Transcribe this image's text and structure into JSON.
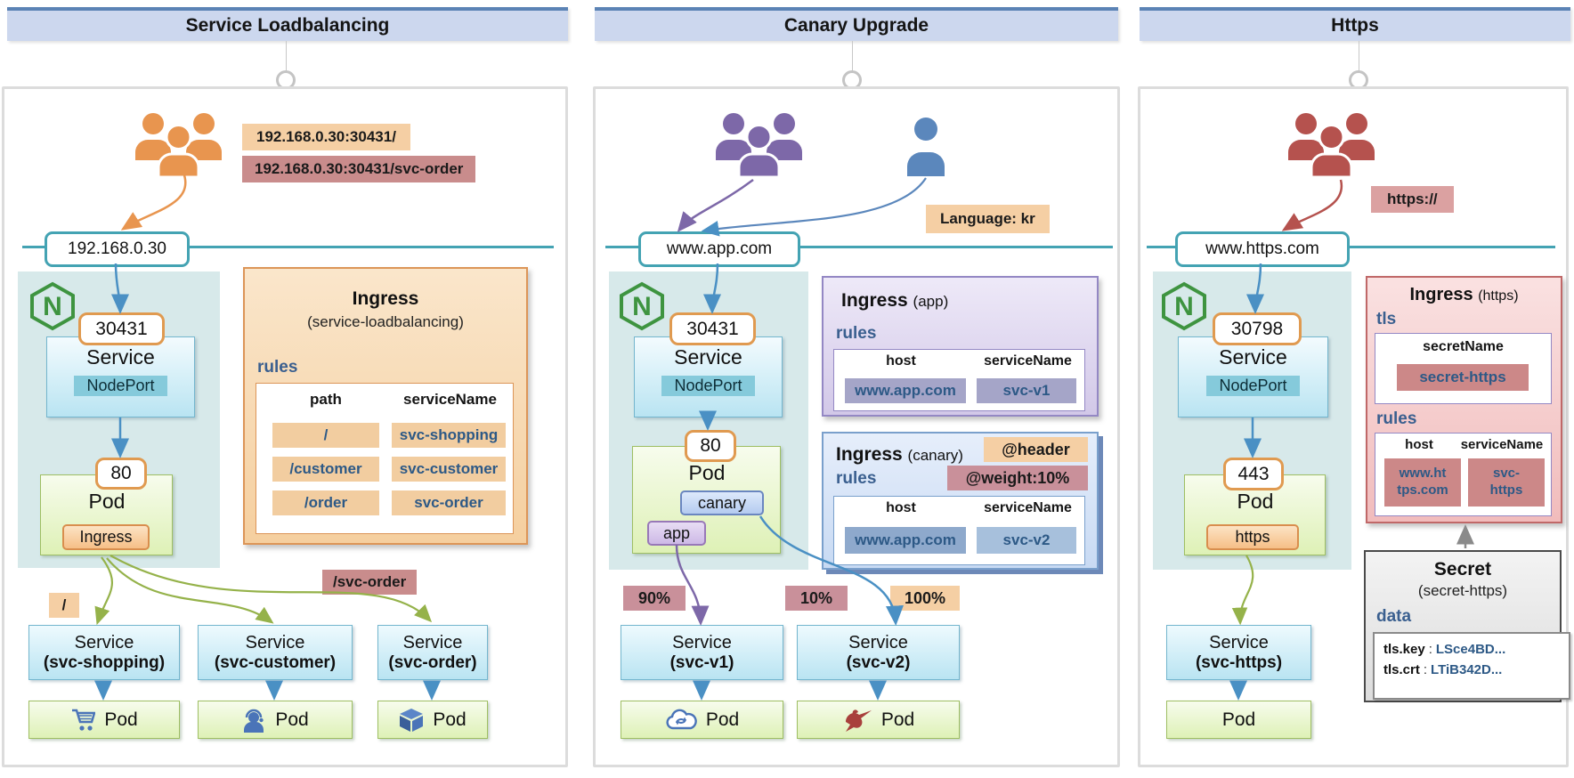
{
  "colors": {
    "header_bg": "#ccd7ee",
    "header_stripe": "#5b83b5",
    "network_line": "#44a3b3",
    "nginx_green": "#3e9440",
    "users_orange": "#e8954f",
    "users_purple": "#7d68a8",
    "user_blue": "#5b87bc",
    "users_red": "#b5524e",
    "service_blue": "#b9e4f2",
    "pod_green": "#def1b6",
    "port_border_orange": "#e09a50"
  },
  "panels": [
    {
      "id": "service-loadbalancing",
      "title": "Service Loadbalancing",
      "user_requests": [
        "192.168.0.30:30431/",
        "192.168.0.30:30431/svc-order"
      ],
      "entry_host": "192.168.0.30",
      "nginx": {
        "node_port": "30431",
        "service": "Service",
        "service_type": "NodePort",
        "container_port": "80",
        "pod": "Pod",
        "pod_badge": "Ingress"
      },
      "ingress_box": {
        "title": "Ingress",
        "subtitle": "(service-loadbalancing)",
        "section": "rules",
        "columns": [
          "path",
          "serviceName"
        ],
        "rows": [
          {
            "path": "/",
            "serviceName": "svc-shopping"
          },
          {
            "path": "/customer",
            "serviceName": "svc-customer"
          },
          {
            "path": "/order",
            "serviceName": "svc-order"
          }
        ]
      },
      "route_labels": [
        "/",
        "/svc-order"
      ],
      "backends": [
        {
          "service": "Service",
          "name": "(svc-shopping)",
          "pod": "Pod",
          "icon": "shopping-cart"
        },
        {
          "service": "Service",
          "name": "(svc-customer)",
          "pod": "Pod",
          "icon": "support-agent"
        },
        {
          "service": "Service",
          "name": "(svc-order)",
          "pod": "Pod",
          "icon": "package-box"
        }
      ]
    },
    {
      "id": "canary-upgrade",
      "title": "Canary Upgrade",
      "header_label": "Language: kr",
      "entry_host": "www.app.com",
      "nginx": {
        "node_port": "30431",
        "service": "Service",
        "service_type": "NodePort",
        "container_port": "80",
        "pod": "Pod",
        "pod_badges": [
          "canary",
          "app"
        ]
      },
      "ingress_app": {
        "title": "Ingress",
        "subtitle": "(app)",
        "section": "rules",
        "columns": [
          "host",
          "serviceName"
        ],
        "rows": [
          {
            "host": "www.app.com",
            "serviceName": "svc-v1"
          }
        ]
      },
      "ingress_canary": {
        "title": "Ingress",
        "subtitle": "(canary)",
        "annotations": [
          "@header",
          "@weight:10%"
        ],
        "section": "rules",
        "columns": [
          "host",
          "serviceName"
        ],
        "rows": [
          {
            "host": "www.app.com",
            "serviceName": "svc-v2"
          }
        ]
      },
      "traffic_labels": [
        "90%",
        "10%",
        "100%"
      ],
      "backends": [
        {
          "service": "Service",
          "name": "(svc-v1)",
          "pod": "Pod",
          "icon": "cloud-sync"
        },
        {
          "service": "Service",
          "name": "(svc-v2)",
          "pod": "Pod",
          "icon": "hummingbird"
        }
      ]
    },
    {
      "id": "https",
      "title": "Https",
      "header_label": "https://",
      "entry_host": "www.https.com",
      "nginx": {
        "node_port": "30798",
        "service": "Service",
        "service_type": "NodePort",
        "container_port": "443",
        "pod": "Pod",
        "pod_badge": "https"
      },
      "ingress_https": {
        "title": "Ingress",
        "subtitle": "(https)",
        "tls_section": "tls",
        "tls_column": "secretName",
        "secret_name": "secret-https",
        "rules_section": "rules",
        "columns": [
          "host",
          "serviceName"
        ],
        "rows": [
          {
            "host_lines": [
              "www.ht",
              "tps.com"
            ],
            "service_lines": [
              "svc-",
              "https"
            ]
          }
        ]
      },
      "secret_box": {
        "title": "Secret",
        "subtitle": "(secret-https)",
        "section": "data",
        "separator": ":",
        "entries": [
          {
            "key": "tls.key",
            "value": "LSce4BD..."
          },
          {
            "key": "tls.crt",
            "value": "LTiB342D..."
          }
        ]
      },
      "backends": [
        {
          "service": "Service",
          "name": "(svc-https)",
          "pod": "Pod"
        }
      ]
    }
  ]
}
